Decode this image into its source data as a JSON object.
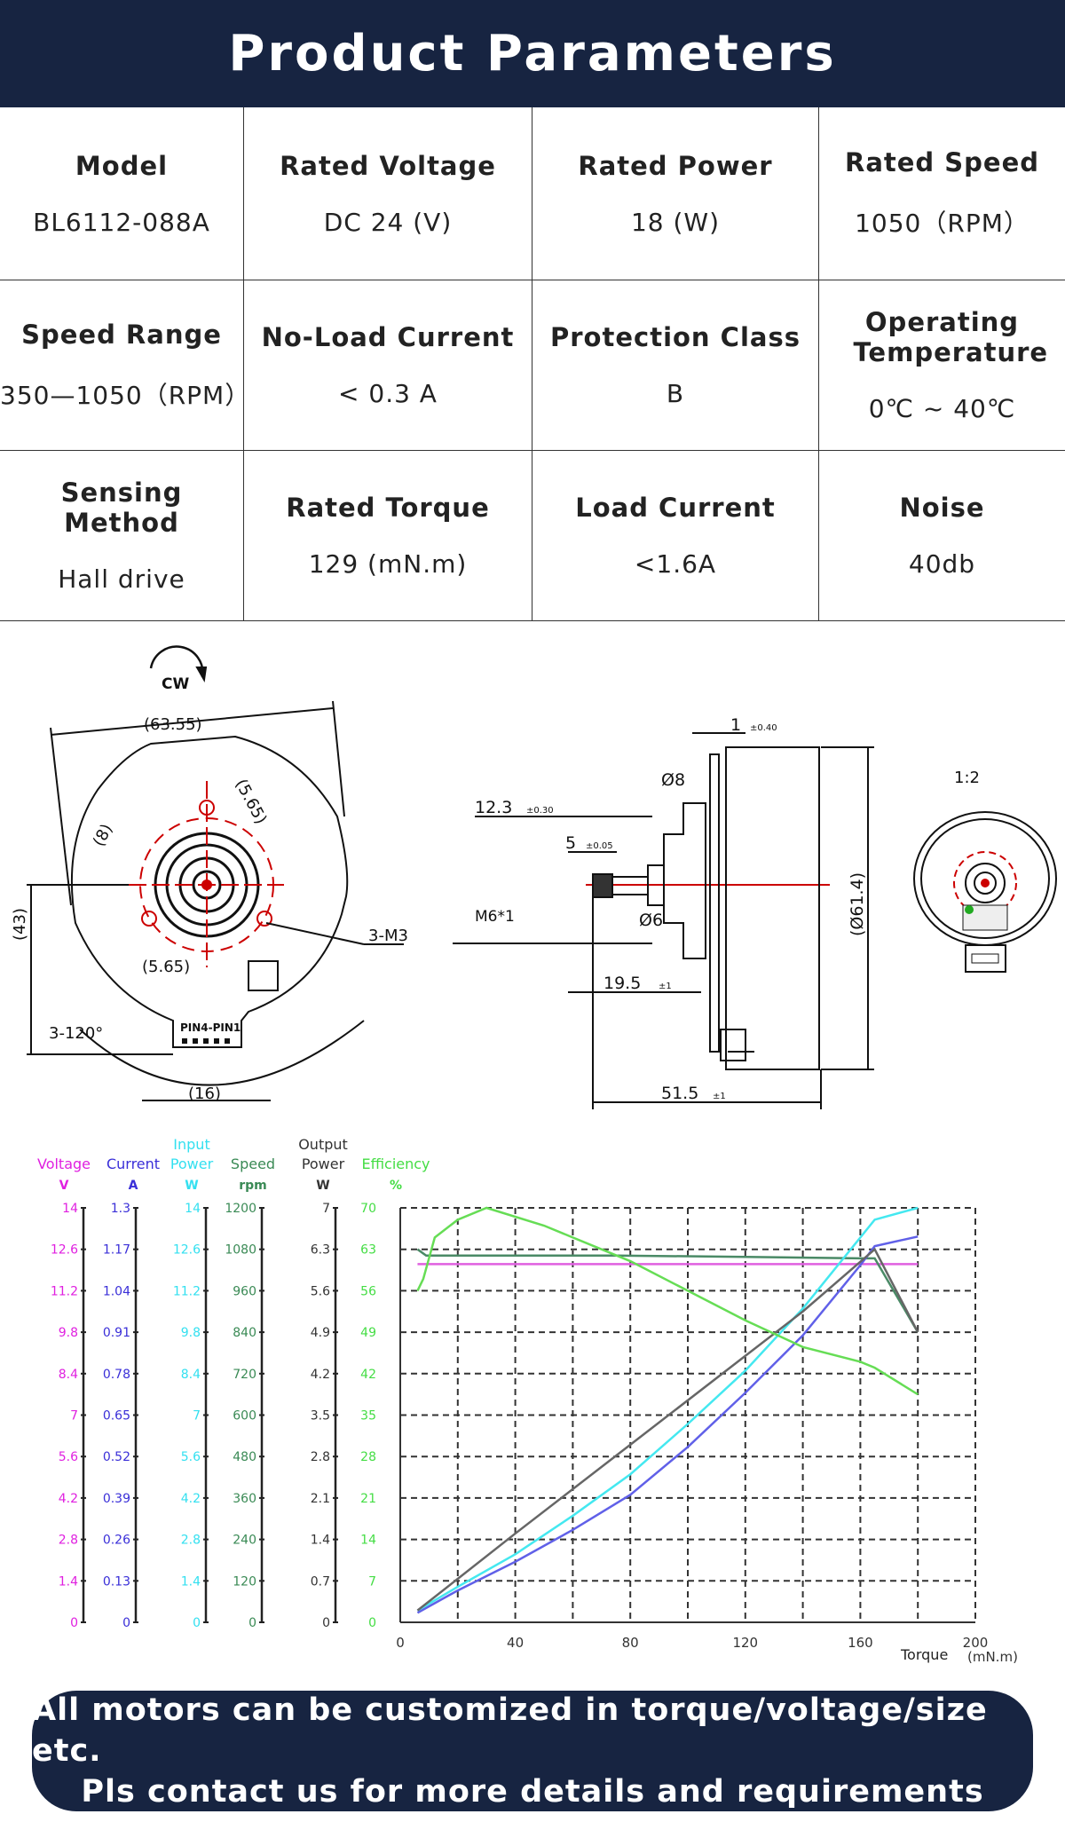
{
  "header": {
    "title": "Product Parameters"
  },
  "params": [
    {
      "label": "Model",
      "value": "BL6112-088A"
    },
    {
      "label": "Rated Voltage",
      "value": "DC 24 (V)"
    },
    {
      "label": "Rated Power",
      "value": "18 (W)"
    },
    {
      "label": "Rated Speed",
      "value": "1050（RPM）"
    },
    {
      "label": "Speed Range",
      "value": "350—1050（RPM）"
    },
    {
      "label": "No-Load Current",
      "value": "< 0.3 A"
    },
    {
      "label": "Protection Class",
      "value": "B"
    },
    {
      "label": "Operating Temperature",
      "value": "0℃ ~ 40℃"
    },
    {
      "label": "Sensing Method",
      "value": "Hall drive"
    },
    {
      "label": "Rated Torque",
      "value": "129 (mN.m)"
    },
    {
      "label": "Load Current",
      "value": "<1.6A"
    },
    {
      "label": "Noise",
      "value": "40db"
    }
  ],
  "drawing": {
    "rotation": "CW",
    "width_dim": "(63.55)",
    "d8": "(8)",
    "d565a": "(5.65)",
    "holes": "3-M3",
    "d43": "(43)",
    "angle": "3-120°",
    "d565b": "(5.65)",
    "pins": "PIN4-PIN1",
    "d16": "(16)",
    "d1": "1",
    "d1_tol": "±0.40",
    "phi8": "Ø8",
    "d123": "12.3",
    "d123_tol": "±0.30",
    "d5": "5",
    "d5_tol": "±0.05",
    "thread": "M6*1",
    "phi6": "Ø6",
    "d195": "19.5",
    "d195_tol": "±1",
    "phi614": "(Ø61.4)",
    "d515": "51.5",
    "d515_tol": "±1",
    "scale": "1:2"
  },
  "chart_data": {
    "type": "line",
    "xlabel": "Torque",
    "xunit": "(mN.m)",
    "xlim": [
      0,
      200
    ],
    "xticks": [
      0,
      40,
      80,
      120,
      160,
      200
    ],
    "grid": true,
    "axes": [
      {
        "key": "voltage",
        "name": "Voltage",
        "unit": "V",
        "color": "#e020e0",
        "ticks": [
          "0",
          "1.4",
          "2.8",
          "4.2",
          "5.6",
          "7",
          "8.4",
          "9.8",
          "11.2",
          "12.6",
          "14"
        ],
        "max": 14
      },
      {
        "key": "current",
        "name": "Current",
        "unit": "A",
        "color": "#3a2fd8",
        "ticks": [
          "0",
          "0.13",
          "0.26",
          "0.39",
          "0.52",
          "0.65",
          "0.78",
          "0.91",
          "1.04",
          "1.17",
          "1.3"
        ],
        "max": 1.3
      },
      {
        "key": "input",
        "name": "Input Power",
        "unit": "W",
        "color": "#33e0f0",
        "ticks": [
          "0",
          "1.4",
          "2.8",
          "4.2",
          "5.6",
          "7",
          "8.4",
          "9.8",
          "11.2",
          "12.6",
          "14"
        ],
        "max": 14
      },
      {
        "key": "speed",
        "name": "Speed",
        "unit": "rpm",
        "color": "#3a8a55",
        "ticks": [
          "0",
          "120",
          "240",
          "360",
          "480",
          "600",
          "720",
          "840",
          "960",
          "1080",
          "1200"
        ],
        "max": 1200
      },
      {
        "key": "output",
        "name": "Output Power",
        "unit": "W",
        "color": "#333333",
        "ticks": [
          "0",
          "0.7",
          "1.4",
          "2.1",
          "2.8",
          "3.5",
          "4.2",
          "4.9",
          "5.6",
          "6.3",
          "7"
        ],
        "max": 7
      },
      {
        "key": "efficiency",
        "name": "Efficiency",
        "unit": "%",
        "color": "#44dd44",
        "ticks": [
          "0",
          "7",
          "14",
          "21",
          "28",
          "35",
          "42",
          "49",
          "56",
          "63",
          "70"
        ],
        "max": 70
      }
    ],
    "series": [
      {
        "name": "Voltage",
        "axis": "voltage",
        "color": "#e060e0",
        "x": [
          6,
          180
        ],
        "y": [
          12.1,
          12.1
        ]
      },
      {
        "name": "Speed",
        "axis": "speed",
        "color": "#4a8a66",
        "x": [
          6,
          9,
          20,
          75,
          120,
          160,
          165,
          180
        ],
        "y": [
          1080,
          1062,
          1062,
          1062,
          1058,
          1054,
          1054,
          840
        ]
      },
      {
        "name": "Current",
        "axis": "current",
        "color": "#6060e8",
        "x": [
          6,
          20,
          40,
          60,
          80,
          100,
          120,
          140,
          160,
          165,
          180
        ],
        "y": [
          0.03,
          0.1,
          0.19,
          0.29,
          0.4,
          0.55,
          0.72,
          0.9,
          1.12,
          1.18,
          1.21
        ]
      },
      {
        "name": "Input Power",
        "axis": "input",
        "color": "#44e8f0",
        "x": [
          6,
          20,
          40,
          60,
          80,
          100,
          120,
          140,
          160,
          165,
          180
        ],
        "y": [
          0.4,
          1.2,
          2.3,
          3.6,
          5.0,
          6.7,
          8.5,
          10.6,
          13.0,
          13.6,
          14.0
        ]
      },
      {
        "name": "Output Power",
        "axis": "output",
        "color": "#666666",
        "x": [
          6,
          40,
          80,
          120,
          140,
          165,
          180
        ],
        "y": [
          0.2,
          1.5,
          3.0,
          4.5,
          5.25,
          6.3,
          4.9
        ]
      },
      {
        "name": "Efficiency",
        "axis": "efficiency",
        "color": "#66dd55",
        "x": [
          6,
          8,
          12,
          20,
          30,
          50,
          60,
          80,
          100,
          120,
          140,
          160,
          165,
          180
        ],
        "y": [
          56,
          58,
          65,
          68,
          70,
          67,
          65,
          61,
          56,
          51,
          46.5,
          44,
          43,
          38.5
        ]
      }
    ]
  },
  "footer": {
    "line1": "All motors can be customized in torque/voltage/size etc.",
    "line2": "Pls contact us for more details and requirements"
  }
}
